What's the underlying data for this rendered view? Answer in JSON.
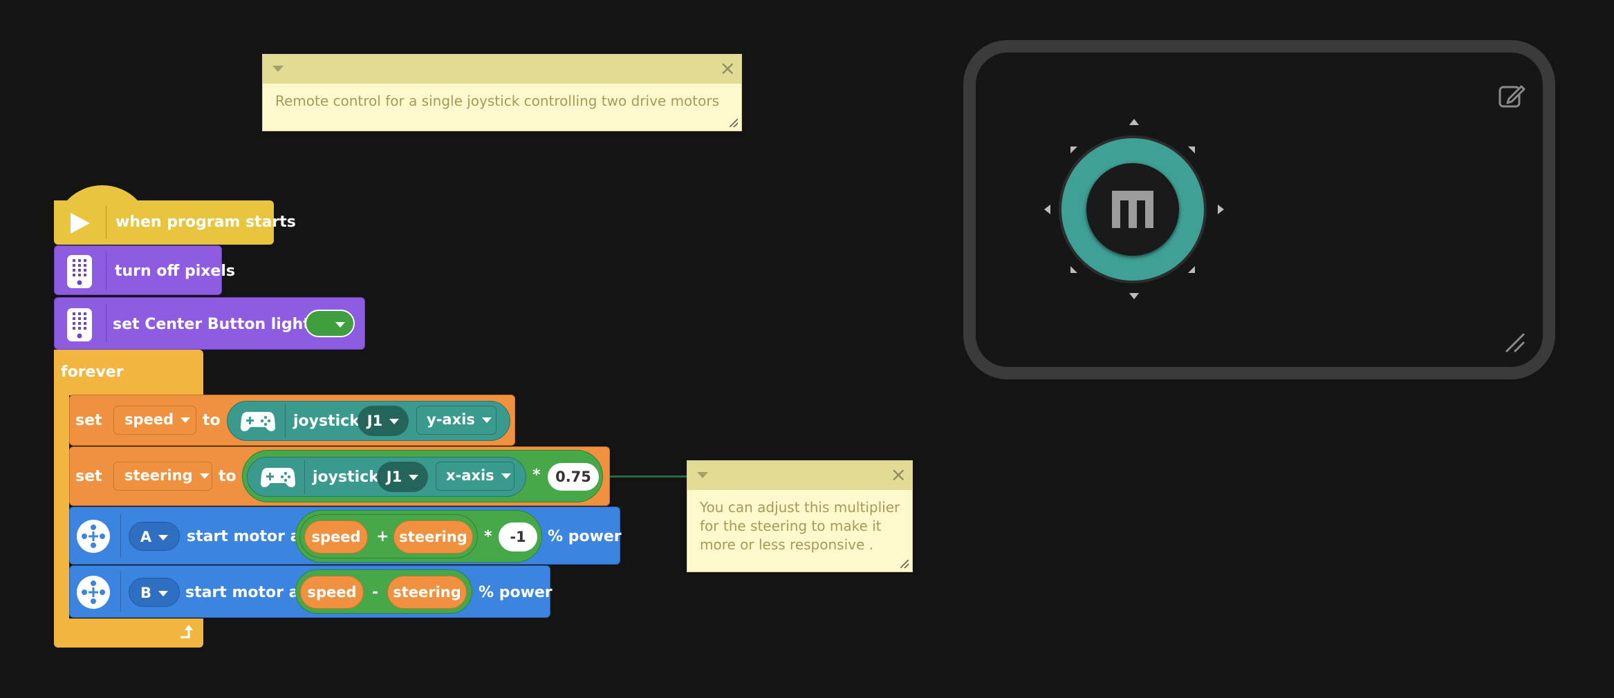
{
  "comments": {
    "top": {
      "text": "Remote control for a single joystick controlling two drive motors",
      "close": "×"
    },
    "side": {
      "text": "You can adjust this multiplier for the steering to make it more or less responsive .",
      "close": "×"
    }
  },
  "blocks": {
    "hat": {
      "label": "when program starts"
    },
    "pixels": {
      "label": "turn off pixels"
    },
    "light": {
      "label": "set Center Button light to",
      "color": "#3f9f3f"
    },
    "forever": {
      "label": "forever"
    },
    "set_speed": {
      "set": "set",
      "var": "speed",
      "to": "to",
      "joystick": "joystick",
      "stick": "J1",
      "axis": "y-axis"
    },
    "set_steering": {
      "set": "set",
      "var": "steering",
      "to": "to",
      "joystick": "joystick",
      "stick": "J1",
      "axis": "x-axis",
      "op": "*",
      "multiplier": "0.75"
    },
    "motor_a": {
      "port": "A",
      "label": "start motor at",
      "left": "speed",
      "op1": "+",
      "right": "steering",
      "op2": "*",
      "factor": "-1",
      "suffix": "% power"
    },
    "motor_b": {
      "port": "B",
      "label": "start motor at",
      "left": "speed",
      "op1": "-",
      "right": "steering",
      "suffix": "% power"
    }
  },
  "remote": {
    "logo": "m",
    "edit_icon": "edit-icon",
    "resize_icon": "resize-icon"
  },
  "colors": {
    "event": "#e8c43f",
    "display": "#8e5ce0",
    "control": "#f2b53f",
    "variable": "#f0913f",
    "sensor": "#3b9a8e",
    "motor": "#3b84e0",
    "operator": "#47a84a"
  }
}
